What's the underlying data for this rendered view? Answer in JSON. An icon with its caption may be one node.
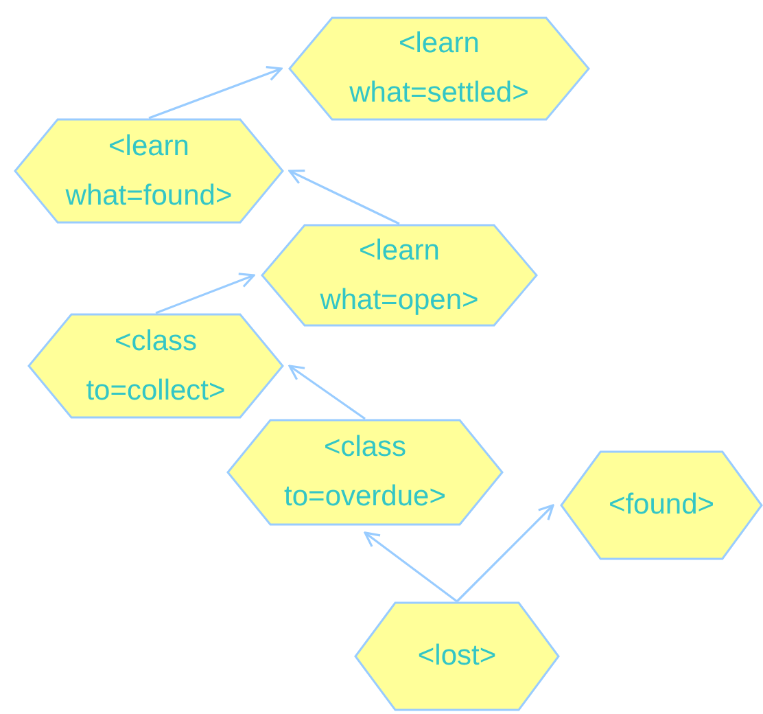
{
  "diagram": {
    "nodes": [
      {
        "text": [
          "<learn what=settled>"
        ]
      },
      {
        "text": [
          "<learn what=found>"
        ]
      },
      {
        "text": [
          "<learn what=open>"
        ]
      },
      {
        "text": [
          "<class to=collect>"
        ]
      },
      {
        "text": [
          "<class to=overdue>"
        ]
      },
      {
        "text": [
          "<found>"
        ]
      },
      {
        "text": [
          "<lost>"
        ]
      }
    ],
    "edges": [
      {
        "from": 1,
        "to": 0,
        "arrow": "to"
      },
      {
        "from": 2,
        "to": 1,
        "arrow": "to"
      },
      {
        "from": 3,
        "to": 2,
        "arrow": "to"
      },
      {
        "from": 4,
        "to": 3,
        "arrow": "to"
      },
      {
        "from": 6,
        "to": 4,
        "arrow": "to"
      },
      {
        "from": 6,
        "to": 5,
        "arrow": "to"
      }
    ]
  }
}
